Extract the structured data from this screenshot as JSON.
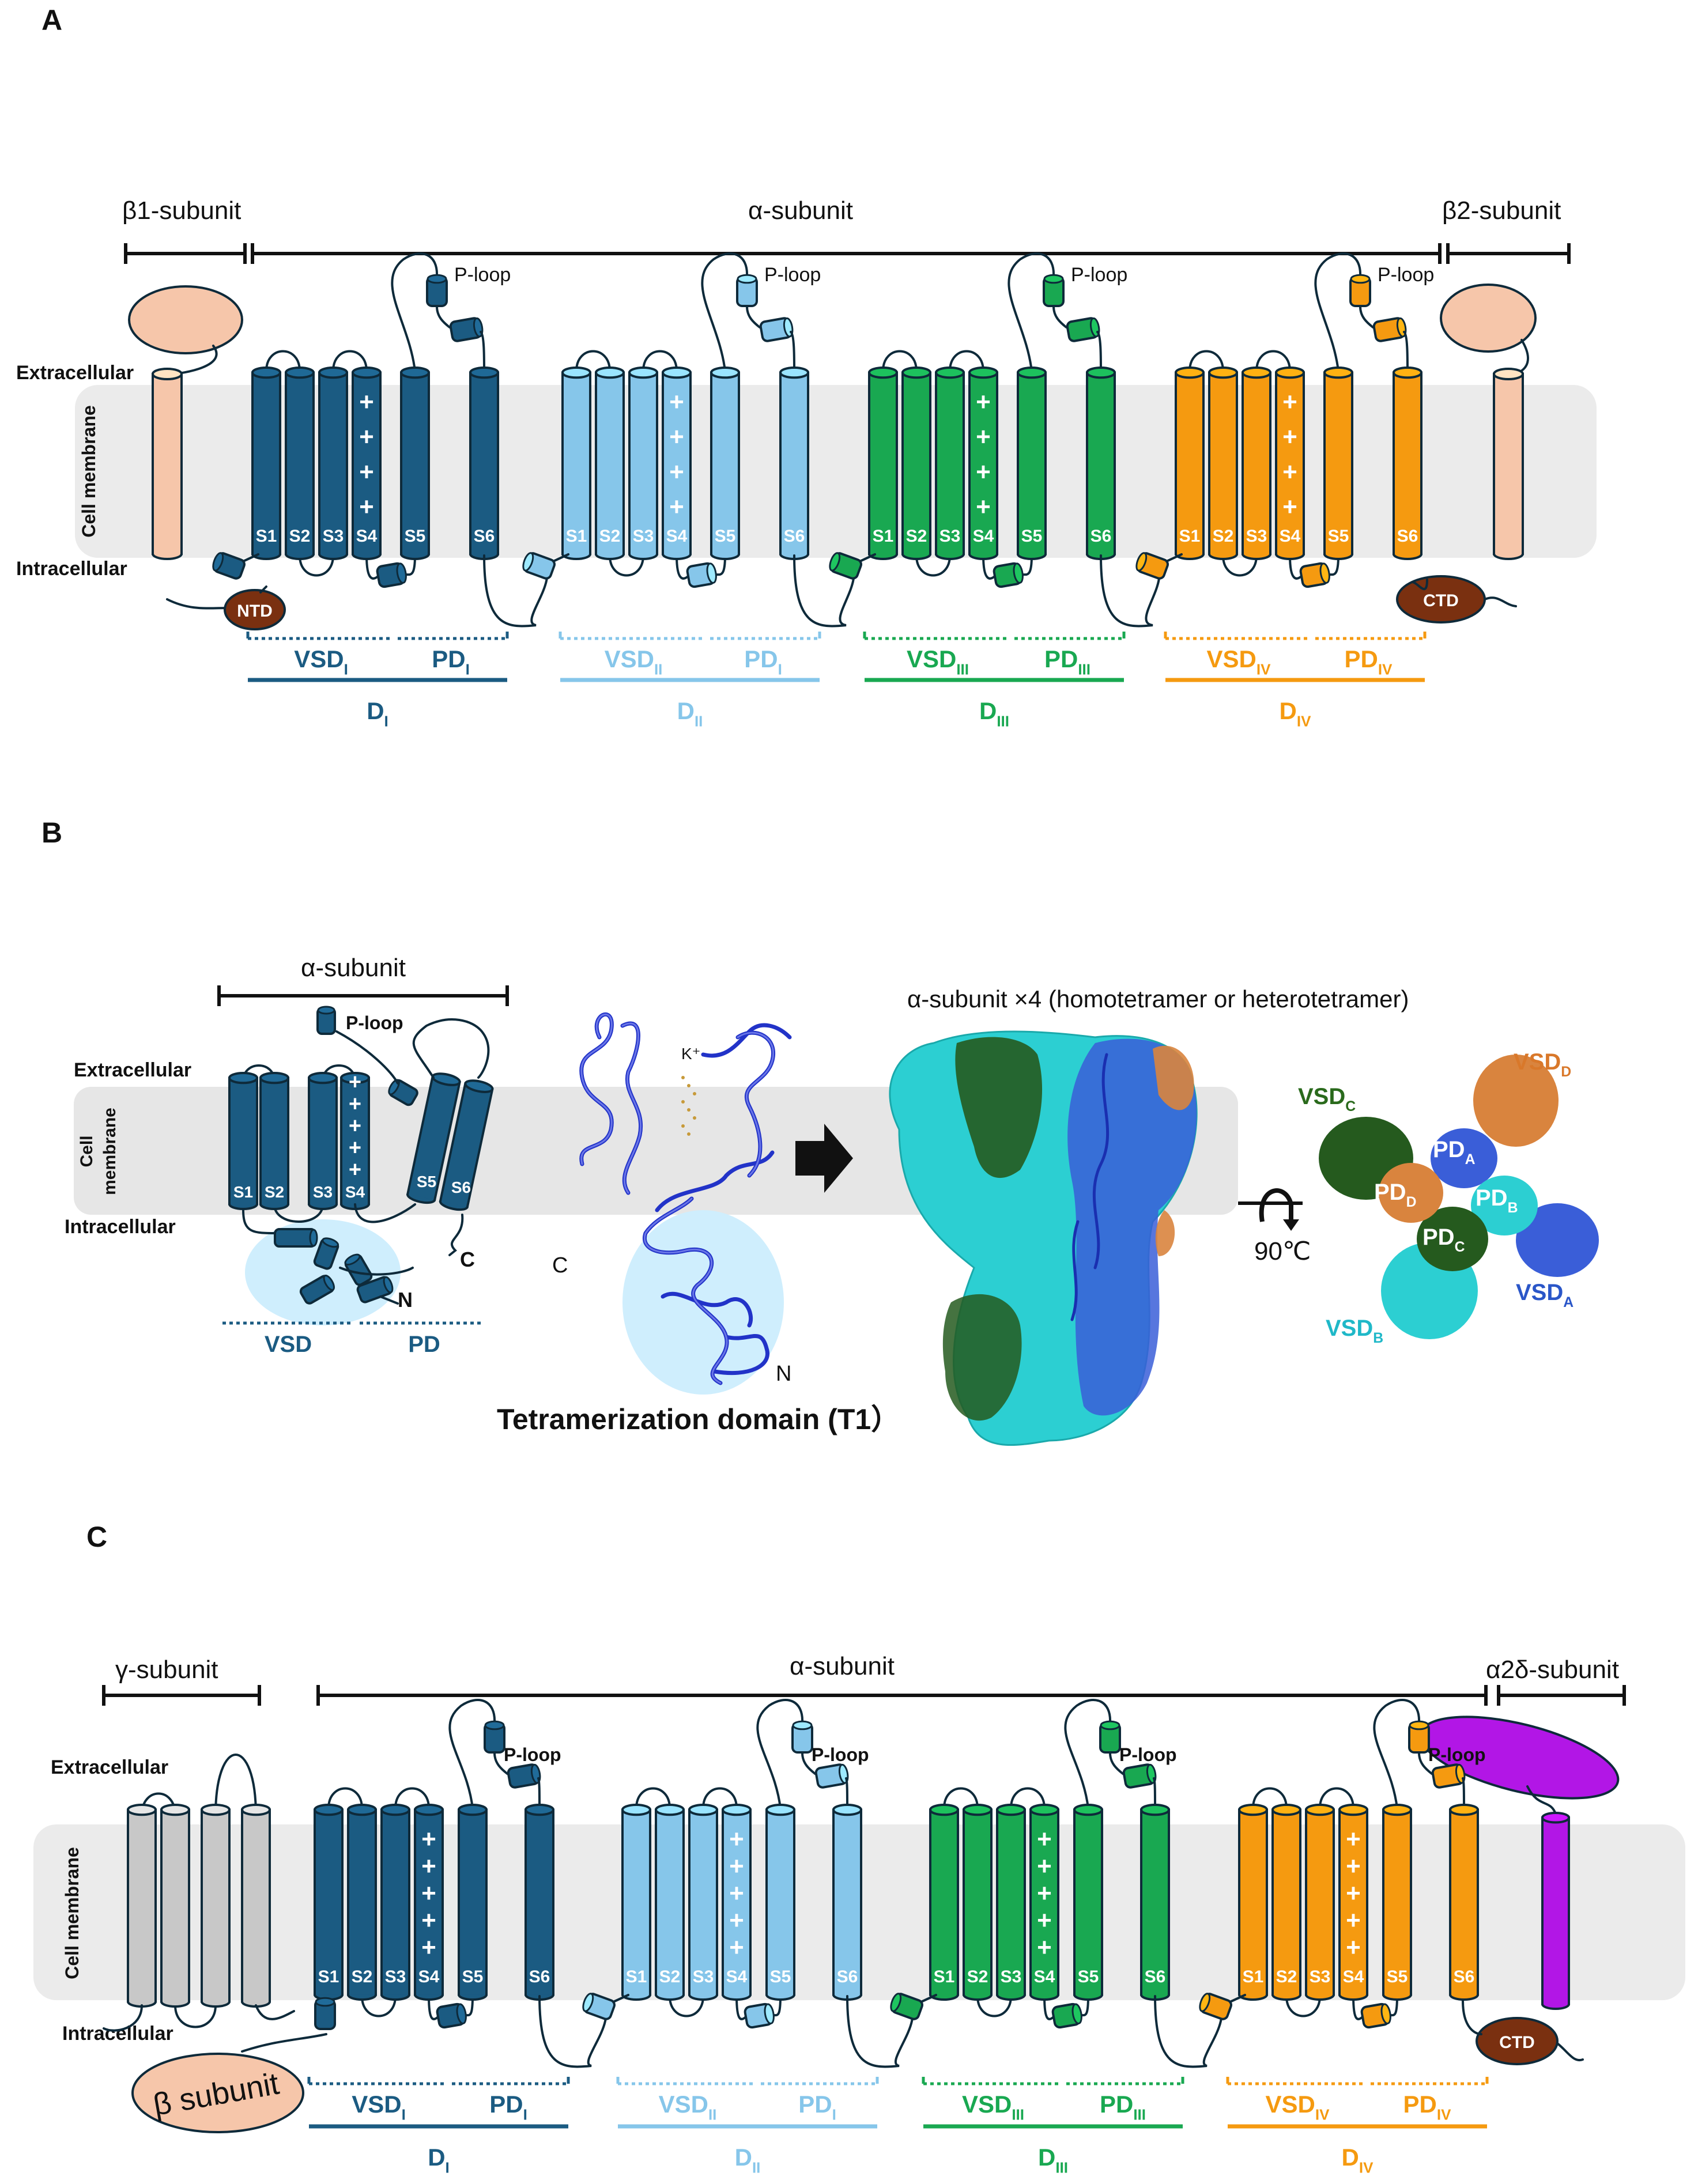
{
  "panels": {
    "A": {
      "letter": "A",
      "beta1_label": "β1-subunit",
      "alpha_label": "α-subunit",
      "beta2_label": "β2-subunit",
      "extracellular": "Extracellular",
      "cell_membrane": "Cell membrane",
      "intracellular": "Intracellular",
      "ntd": "NTD",
      "ctd": "CTD",
      "ploop": "P-loop",
      "segments": [
        "S1",
        "S2",
        "S3",
        "S4",
        "S5",
        "S6"
      ],
      "plus": "+",
      "domains": [
        {
          "vsd": "VSD",
          "vsd_sub": "I",
          "pd": "PD",
          "pd_sub": "I",
          "d": "D",
          "d_sub": "I"
        },
        {
          "vsd": "VSD",
          "vsd_sub": "II",
          "pd": "PD",
          "pd_sub": "I",
          "d": "D",
          "d_sub": "II"
        },
        {
          "vsd": "VSD",
          "vsd_sub": "III",
          "pd": "PD",
          "pd_sub": "III",
          "d": "D",
          "d_sub": "III"
        },
        {
          "vsd": "VSD",
          "vsd_sub": "IV",
          "pd": "PD",
          "pd_sub": "IV",
          "d": "D",
          "d_sub": "IV"
        }
      ]
    },
    "B": {
      "letter": "B",
      "alpha_label": "α-subunit",
      "ploop": "P-loop",
      "extracellular": "Extracellular",
      "cell_membrane_1": "Cell",
      "cell_membrane_2": "membrane",
      "intracellular": "Intracellular",
      "segments": [
        "S1",
        "S2",
        "S3",
        "S4",
        "S5",
        "S6"
      ],
      "c_label": "C",
      "n_label": "N",
      "vsd": "VSD",
      "pd": "PD",
      "k_ion": "K⁺",
      "structure_c": "C",
      "structure_n": "N",
      "t1_caption": "Tetramerization domain (T1）",
      "tetramer_title": "α-subunit ×4 (homotetramer or heterotetramer)",
      "rotation": "90℃",
      "top_view": {
        "vsd_c": "VSD",
        "vsd_c_sub": "C",
        "vsd_d": "VSD",
        "vsd_d_sub": "D",
        "vsd_a": "VSD",
        "vsd_a_sub": "A",
        "vsd_b": "VSD",
        "vsd_b_sub": "B",
        "pd_a": "PD",
        "pd_a_sub": "A",
        "pd_b": "PD",
        "pd_b_sub": "B",
        "pd_c": "PD",
        "pd_c_sub": "C",
        "pd_d": "PD",
        "pd_d_sub": "D"
      }
    },
    "C": {
      "letter": "C",
      "gamma_label": "γ-subunit",
      "alpha_label": "α-subunit",
      "a2d_label": "α2δ-subunit",
      "extracellular": "Extracellular",
      "cell_membrane": "Cell membrane",
      "intracellular": "Intracellular",
      "beta_label": "β subunit",
      "ctd": "CTD",
      "ploop": "P-loop",
      "segments": [
        "S1",
        "S2",
        "S3",
        "S4",
        "S5",
        "S6"
      ],
      "plus": "+",
      "domains": [
        {
          "vsd": "VSD",
          "vsd_sub": "I",
          "pd": "PD",
          "pd_sub": "I",
          "d": "D",
          "d_sub": "I"
        },
        {
          "vsd": "VSD",
          "vsd_sub": "II",
          "pd": "PD",
          "pd_sub": "I",
          "d": "D",
          "d_sub": "II"
        },
        {
          "vsd": "VSD",
          "vsd_sub": "III",
          "pd": "PD",
          "pd_sub": "III",
          "d": "D",
          "d_sub": "III"
        },
        {
          "vsd": "VSD",
          "vsd_sub": "IV",
          "pd": "PD",
          "pd_sub": "IV",
          "d": "D",
          "d_sub": "IV"
        }
      ]
    }
  },
  "colors": {
    "domain_I": "#1b5b82",
    "domain_II": "#86c6ea",
    "domain_III": "#19a851",
    "domain_IV": "#f59a10",
    "membrane": "#ebebeb",
    "beta_subunit": "#f6c6aa",
    "ntd_ctd": "#7a3010",
    "gamma": "#c8c8c8",
    "a2d": "#b216e6",
    "surface_cyan": "#2ccfd2",
    "surface_darkgreen": "#255a1e",
    "surface_blue": "#3a5ed8",
    "surface_orange": "#d9843e",
    "ribbon": "#2233c8",
    "t1_ellipse": "#cfeefd",
    "outline": "#0e2a3a"
  },
  "icons": [
    "right-arrow-icon",
    "rotate-arrow-icon"
  ]
}
